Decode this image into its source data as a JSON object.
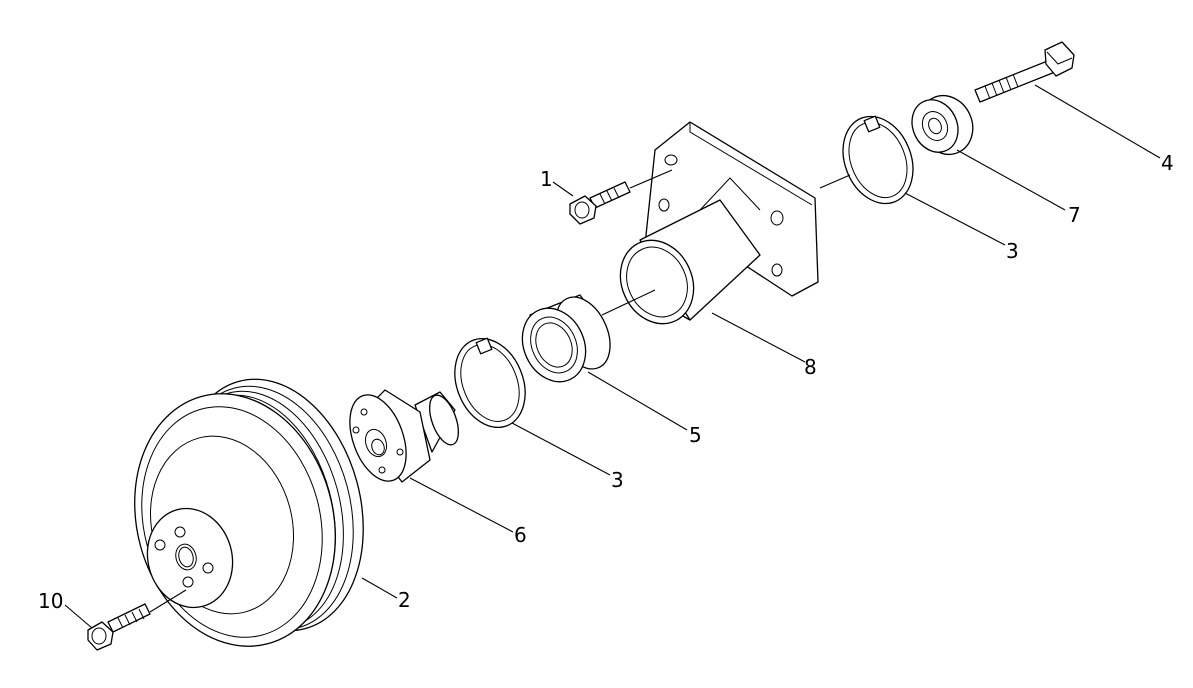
{
  "diagram": {
    "callouts": {
      "c1": "1",
      "c2": "2",
      "c3a": "3",
      "c3b": "3",
      "c4": "4",
      "c5": "5",
      "c6": "6",
      "c7": "7",
      "c8": "8",
      "c10": "10"
    },
    "colors": {
      "line": "#000000",
      "background": "#ffffff"
    }
  }
}
